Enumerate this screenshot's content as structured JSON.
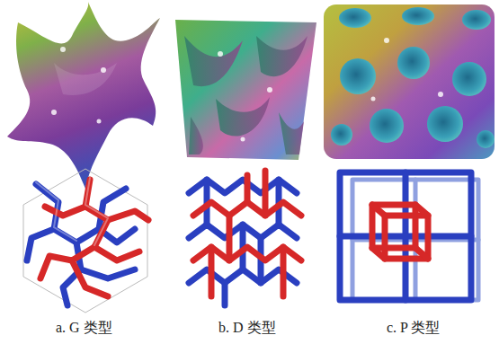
{
  "diagram": {
    "labels": [
      "a. G 类型",
      "b. D 类型",
      "c. P 类型"
    ]
  }
}
